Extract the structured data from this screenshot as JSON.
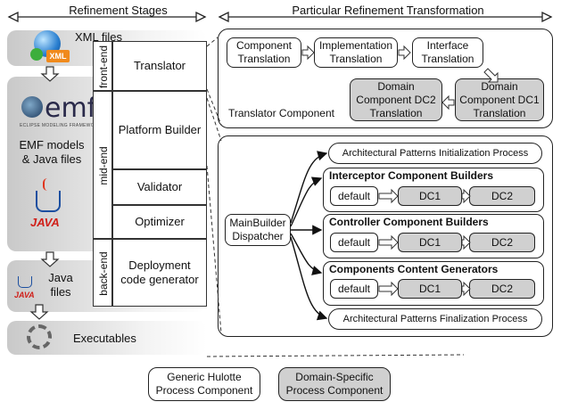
{
  "headers": {
    "left": "Refinement Stages",
    "right": "Particular Refinement Transformation"
  },
  "left_column": {
    "xml_files": "XML files",
    "xml_badge": "XML",
    "emf_models": "EMF models\n& Java files",
    "emf_logo": "emf",
    "emf_tagline": "ECLIPSE MODELING FRAMEWORK",
    "java_files": "Java\nfiles",
    "java_logo": "JAVA",
    "executables": "Executables"
  },
  "phases": {
    "front_end": "front-end",
    "mid_end": "mid-end",
    "back_end": "back-end"
  },
  "stages": {
    "translator": "Translator",
    "platform_builder": "Platform Builder",
    "validator": "Validator",
    "optimizer": "Optimizer",
    "deployment": "Deployment\ncode generator"
  },
  "translator_panel": {
    "component_translation": "Component\nTranslation",
    "implementation_translation": "Implementation\nTranslation",
    "interface_translation": "Interface\nTranslation",
    "dc1_translation": "Domain\nComponent DC1\nTranslation",
    "dc2_translation": "Domain\nComponent DC2\nTranslation",
    "label": "Translator Component"
  },
  "builder_panel": {
    "init_process": "Architectural Patterns Initialization Process",
    "dispatcher": "MainBuilder\nDispatcher",
    "interceptor_title": "Interceptor Component Builders",
    "controller_title": "Controller Component Builders",
    "content_title": "Components Content Generators",
    "default_label": "default",
    "dc1_label": "DC1",
    "dc2_label": "DC2",
    "final_process": "Architectural Patterns Finalization Process"
  },
  "legend": {
    "generic": "Generic Hulotte\nProcess Component",
    "specific": "Domain-Specific\nProcess Component"
  },
  "colors": {
    "domain_specific_fill": "#d0d0d0",
    "generic_fill": "#ffffff",
    "stage_band": "#c9c9c9"
  }
}
